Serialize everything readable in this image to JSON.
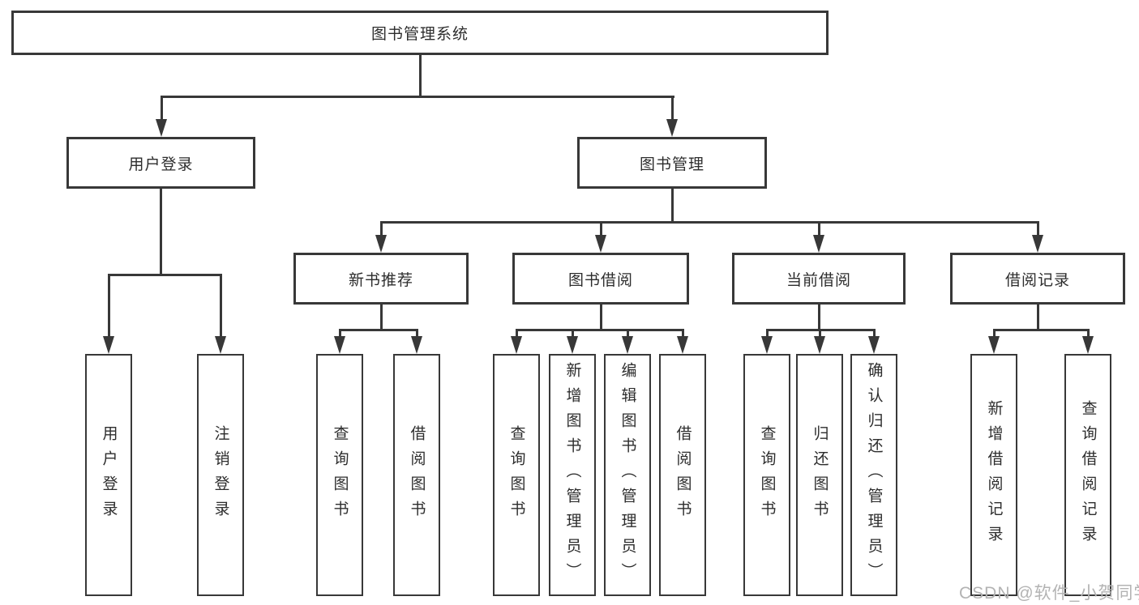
{
  "diagram": {
    "type": "tree",
    "title": "图书管理系统",
    "watermark": "CSDN @软件_小贺同学",
    "colors": {
      "line": "#383838",
      "text": "#2d2d2d",
      "box_background": "#ffffff",
      "watermark": "#b3b3b3",
      "background": "#ffffff"
    },
    "root": {
      "label": "图书管理系统"
    },
    "branches": [
      {
        "label": "用户登录",
        "children": [
          {
            "label": "用户登录"
          },
          {
            "label": "注销登录"
          }
        ]
      },
      {
        "label": "图书管理",
        "children": [
          {
            "label": "新书推荐",
            "children": [
              {
                "label": "查询图书"
              },
              {
                "label": "借阅图书"
              }
            ]
          },
          {
            "label": "图书借阅",
            "children": [
              {
                "label": "查询图书"
              },
              {
                "label": "新增图书（管理员）"
              },
              {
                "label": "编辑图书（管理员）"
              },
              {
                "label": "借阅图书"
              }
            ]
          },
          {
            "label": "当前借阅",
            "children": [
              {
                "label": "查询图书"
              },
              {
                "label": "归还图书"
              },
              {
                "label": "确认归还（管理员）"
              }
            ]
          },
          {
            "label": "借阅记录",
            "children": [
              {
                "label": "新增借阅记录"
              },
              {
                "label": "查询借阅记录"
              }
            ]
          }
        ]
      }
    ]
  }
}
